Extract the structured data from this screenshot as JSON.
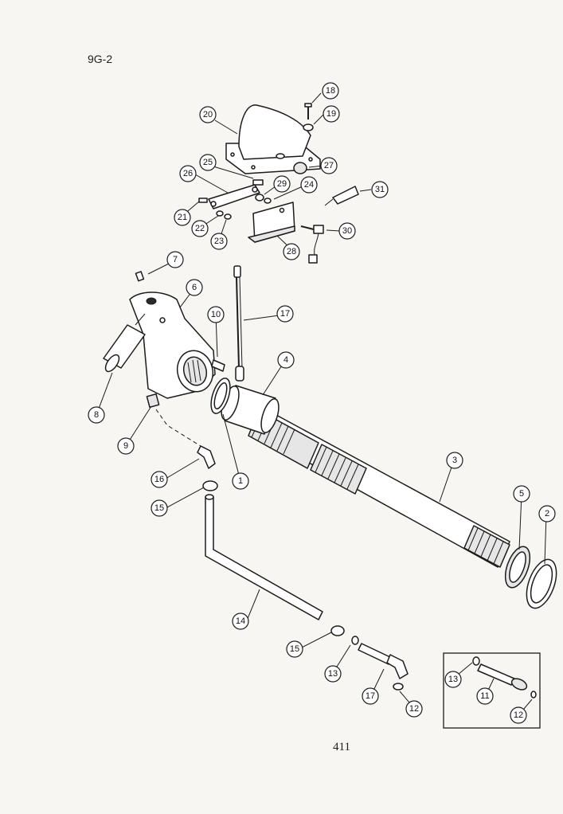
{
  "header": {
    "section": "9G-2"
  },
  "footer": {
    "page_number": "411"
  },
  "callouts": [
    "1",
    "2",
    "3",
    "4",
    "5",
    "6",
    "7",
    "8",
    "9",
    "10",
    "11",
    "12",
    "13",
    "14",
    "15",
    "16",
    "17",
    "18",
    "19",
    "20",
    "21",
    "22",
    "23",
    "24",
    "25",
    "26",
    "27",
    "28",
    "29",
    "30",
    "31"
  ],
  "inset_callouts": [
    "13",
    "11",
    "12"
  ],
  "extra_callouts": [
    "15",
    "13",
    "17",
    "12"
  ]
}
